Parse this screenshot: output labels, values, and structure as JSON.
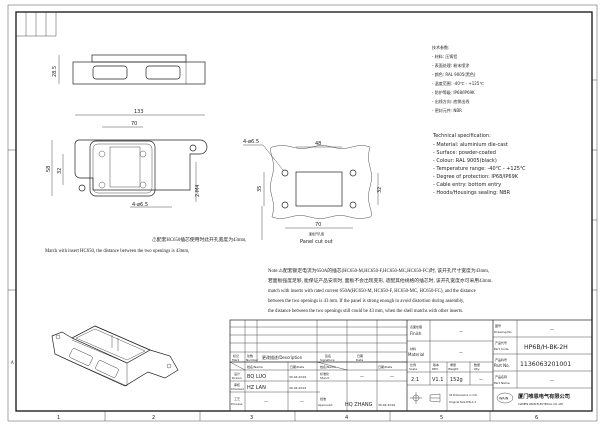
{
  "spec": {
    "cn": [
      "技术参数:",
      "- 材料: 压铸铝",
      "- 表面处理: 粉末喷涂",
      "- 颜色: RAL 9005(黑色)",
      "- 温度范围: -40℃ - +125℃",
      "- 防护等级: IP68/IP69K",
      "- 出线方向: 底侧出线",
      "- 密封元件: NBR"
    ],
    "en": [
      "Technical specification:",
      "- Material: aluminium die-cast",
      "- Surface: powder-coated",
      "- Colour: RAL 9005(black)",
      "- Temperature range: -40℃ - +125℃",
      "- Degree of protection: IP68/IP69K",
      "- Cable entry: bottom entry",
      "- Hoods/Housings sealing: NBR"
    ]
  },
  "dims": {
    "height": "28.5",
    "length": "133",
    "pitch": "70",
    "depth": "58",
    "hole_pitch": "32",
    "thread": "2-M4",
    "holes": "4-ø6.5",
    "cut_width": "48",
    "cut_height": "35",
    "cut_hole_pitch": "32",
    "cut_pitch": "70",
    "cut_holes": "4-ø6.5"
  },
  "panel_label_cn": "面板开孔图",
  "panel_label_en": "Panel cut out",
  "insert_note": {
    "cn": "⚠配套HC650插芯使用时此开孔宽度为43mm,",
    "en": "Match with insert HC650, the distance between the two openings is 43mm,"
  },
  "note": [
    "Note:⚠配套额定电流为650A的插芯(HC650-M,HC650-F,HC650-MC,HC650-FC)时, 该开孔尺寸宽度为43mm,",
    "若面板强度足够, 能保证产品安装时, 面板不会出现变形, 适配其他规格的插芯时, 该开孔宽度亦可采用43mm.",
    "match with inserts with rated current 650A(HC650-M, HC650-F, HC650-MC, HC650-FC), and the distance",
    "between the two openings is 43 mm. If the panel is strong enough to avoid distortion during assembly,",
    "the distance between the two openings still could be 43 mm, when the shell matchs with other inserts."
  ],
  "title_block": {
    "finish_cn": "表面处理",
    "finish": "Finish",
    "finish_value": "—",
    "material_cn": "材料",
    "material": "Material",
    "material_value": "—",
    "drawing_no_cn": "图号",
    "drawing_no": "Drawing No.",
    "drawing_no_value": "—",
    "part_code_cn": "产品代号",
    "part_code": "Part Code",
    "part_code_value": "HP6B/H-BK-2H",
    "part_no_cn": "产品料号",
    "part_no": "Part No.",
    "part_no_value": "1136063201001",
    "part_name_cn": "产品名称",
    "part_name": "Part Name",
    "part_name_value": "—",
    "mark_cn": "标记",
    "mark": "Mark",
    "number_cn": "处数",
    "number": "Number",
    "description": "更改描述/Description",
    "signature_cn": "签名",
    "signature": "Signature",
    "date_cn": "日期",
    "date": "Date",
    "name_hdr": "姓名/Name",
    "date_hdr": "日期/Date",
    "drawn_cn": "设计",
    "drawn": "Drawn",
    "drawn_name": "BQ LUO",
    "drawn_date": "30.04.2019",
    "checked_cn": "审核",
    "checked": "Checked",
    "checked_name": "HZ LAN",
    "checked_date": "30.04.2019",
    "process_cn": "工艺",
    "process": "Process",
    "process_name": "—",
    "process_date": "—",
    "stand_cn": "标准化",
    "stand": "Stand.",
    "stand_name": "—",
    "stand_date": "—",
    "approved_cn": "批准",
    "approved": "Approved",
    "approved_name": "HQ ZHANG",
    "approved_date": "30.04.2019",
    "scale_cn": "比例",
    "scale": "Scale",
    "scale_value": "2:1",
    "rev_cn": "版本",
    "rev": "REV.",
    "rev_value": "V1.1",
    "weight_cn": "重量",
    "weight": "Weight",
    "weight_value": "152g",
    "qty_cn": "数量",
    "qty": "Qty.",
    "qty_value": "—",
    "dim_note_1": "All Dimensions in mm",
    "dim_note_2": "Original Size DIN A 4",
    "company_cn": "厦门唯恩电气有限公司",
    "company_en": "XIAMEN WAIN ELECTRICAL CO.,LTD",
    "logo_text": "WAIN"
  },
  "zones": [
    "1",
    "2",
    "3",
    "4",
    "5",
    "6"
  ],
  "row_letter": "A"
}
